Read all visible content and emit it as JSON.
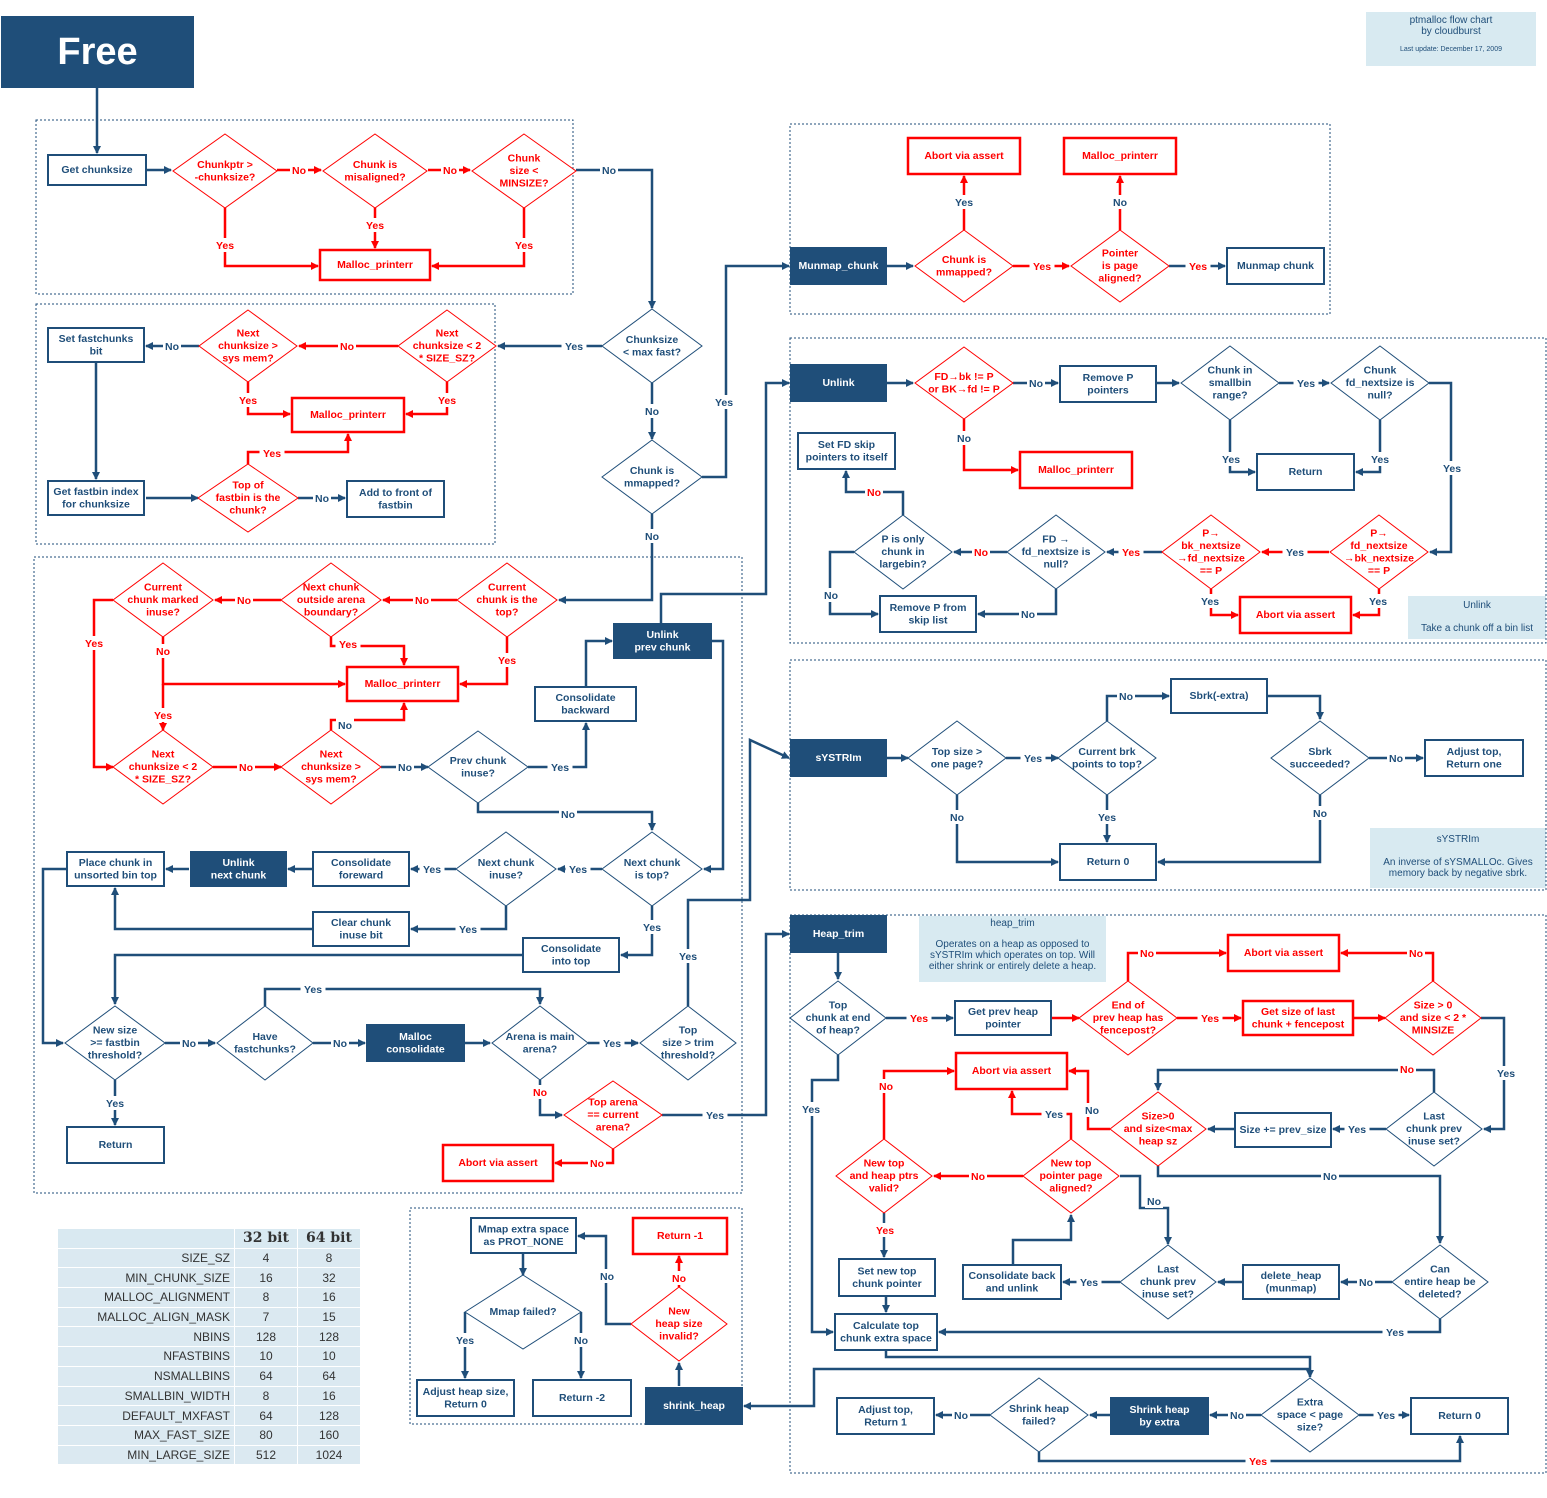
{
  "title": "Free",
  "credit": {
    "line1": "ptmalloc flow chart",
    "line2": "by cloudburst",
    "line3": "Last update: December 17, 2009"
  },
  "notes": {
    "unlink": {
      "title": "Unlink",
      "body": "Take a chunk off a bin list"
    },
    "systrim": {
      "title": "sYSTRIm",
      "body": "An inverse of sYSMALLOc.  Gives memory back by negative sbrk."
    },
    "heap_trim": {
      "title": "heap_trim",
      "body": "Operates on a heap as opposed to sYSTRIm which operates on top.  Will either shrink or entirely delete a heap."
    }
  },
  "colors": {
    "blue": "#1f4e79",
    "red": "#ff0000"
  },
  "table": {
    "headers": [
      "",
      "32 bit",
      "64 bit"
    ],
    "rows": [
      [
        "SIZE_SZ",
        "4",
        "8"
      ],
      [
        "MIN_CHUNK_SIZE",
        "16",
        "32"
      ],
      [
        "MALLOC_ALIGNMENT",
        "8",
        "16"
      ],
      [
        "MALLOC_ALIGN_MASK",
        "7",
        "15"
      ],
      [
        "NBINS",
        "128",
        "128"
      ],
      [
        "NFASTBINS",
        "10",
        "10"
      ],
      [
        "NSMALLBINS",
        "64",
        "64"
      ],
      [
        "SMALLBIN_WIDTH",
        "8",
        "16"
      ],
      [
        "DEFAULT_MXFAST",
        "64",
        "128"
      ],
      [
        "MAX_FAST_SIZE",
        "80",
        "160"
      ],
      [
        "MIN_LARGE_SIZE",
        "512",
        "1024"
      ]
    ]
  },
  "nodes": [
    {
      "id": "get_chunksize",
      "text": "Get chunksize",
      "c": "b"
    },
    {
      "id": "d_chunkptr",
      "text": "Chunkptr >\n-chunksize?",
      "c": "r"
    },
    {
      "id": "d_misaligned",
      "text": "Chunk is\nmisaligned?",
      "c": "r"
    },
    {
      "id": "d_minsize",
      "text": "Chunk\nsize <\nMINSIZE?",
      "c": "r"
    },
    {
      "id": "mp1",
      "text": "Malloc_printerr",
      "c": "r"
    },
    {
      "id": "d_maxfast",
      "text": "Chunksize\n< max fast?",
      "c": "b"
    },
    {
      "id": "set_fastchunks",
      "text": "Set fastchunks\nbit",
      "c": "b"
    },
    {
      "id": "d_next_sysmem1",
      "text": "Next\nchunksize >\nsys mem?",
      "c": "r"
    },
    {
      "id": "d_next_2sz1",
      "text": "Next\nchunksize < 2\n* SIZE_SZ?",
      "c": "r"
    },
    {
      "id": "mp2",
      "text": "Malloc_printerr",
      "c": "r"
    },
    {
      "id": "get_fastbin_idx",
      "text": "Get fastbin index\nfor chunksize",
      "c": "b"
    },
    {
      "id": "d_top_fastbin",
      "text": "Top of\nfastbin is the\nchunk?",
      "c": "r"
    },
    {
      "id": "add_front_fastbin",
      "text": "Add to front of\nfastbin",
      "c": "b"
    },
    {
      "id": "d_mmapped",
      "text": "Chunk is\nmmapped?",
      "c": "b"
    },
    {
      "id": "d_cur_top",
      "text": "Current\nchunk is the\ntop?",
      "c": "r"
    },
    {
      "id": "d_next_outside",
      "text": "Next chunk\noutside arena\nboundary?",
      "c": "r"
    },
    {
      "id": "d_cur_inuse",
      "text": "Current\nchunk marked\ninuse?",
      "c": "r"
    },
    {
      "id": "mp3",
      "text": "Malloc_printerr",
      "c": "r"
    },
    {
      "id": "d_next_2sz2",
      "text": "Next\nchunksize < 2\n* SIZE_SZ?",
      "c": "r"
    },
    {
      "id": "d_next_sysmem2",
      "text": "Next\nchunksize >\nsys mem?",
      "c": "r"
    },
    {
      "id": "d_prev_inuse",
      "text": "Prev chunk\ninuse?",
      "c": "b"
    },
    {
      "id": "consolidate_backward",
      "text": "Consolidate\nbackward",
      "c": "b"
    },
    {
      "id": "unlink_prev",
      "text": "Unlink\nprev chunk",
      "c": "f"
    },
    {
      "id": "d_next_top",
      "text": "Next chunk\nis top?",
      "c": "b"
    },
    {
      "id": "d_next_inuse",
      "text": "Next chunk\ninuse?",
      "c": "b"
    },
    {
      "id": "consolidate_forward",
      "text": "Consolidate\nforeward",
      "c": "b"
    },
    {
      "id": "unlink_next",
      "text": "Unlink\nnext chunk",
      "c": "f"
    },
    {
      "id": "place_unsorted",
      "text": "Place chunk in\nunsorted bin top",
      "c": "b"
    },
    {
      "id": "clear_inuse",
      "text": "Clear chunk\ninuse bit",
      "c": "b"
    },
    {
      "id": "consolidate_top",
      "text": "Consolidate\ninto top",
      "c": "b"
    },
    {
      "id": "d_newsize",
      "text": "New size\n>= fastbin\nthreshold?",
      "c": "b"
    },
    {
      "id": "d_have_fast",
      "text": "Have\nfastchunks?",
      "c": "b"
    },
    {
      "id": "malloc_consolidate",
      "text": "Malloc\nconsolidate",
      "c": "f"
    },
    {
      "id": "d_arena_main",
      "text": "Arena is main\narena?",
      "c": "b"
    },
    {
      "id": "d_top_trim",
      "text": "Top\nsize > trim\nthreshold?",
      "c": "b"
    },
    {
      "id": "ret1",
      "text": "Return",
      "c": "b"
    },
    {
      "id": "d_top_arena",
      "text": "Top arena\n== current\narena?",
      "c": "r"
    },
    {
      "id": "abort1",
      "text": "Abort via assert",
      "c": "r"
    },
    {
      "id": "munmap_chunk",
      "text": "Munmap_chunk",
      "c": "f"
    },
    {
      "id": "d_ismmapped",
      "text": "Chunk is\nmmapped?",
      "c": "r"
    },
    {
      "id": "abort2",
      "text": "Abort via assert",
      "c": "r"
    },
    {
      "id": "d_page_aligned",
      "text": "Pointer\nis page\naligned?",
      "c": "r"
    },
    {
      "id": "mp4",
      "text": "Malloc_printerr",
      "c": "r"
    },
    {
      "id": "munmap_chunk2",
      "text": "Munmap chunk",
      "c": "b"
    },
    {
      "id": "unlink",
      "text": "Unlink",
      "c": "f"
    },
    {
      "id": "d_fd_bk",
      "text": "FD→bk != P\nor BK→fd != P",
      "c": "r"
    },
    {
      "id": "remove_p",
      "text": "Remove P\npointers",
      "c": "b"
    },
    {
      "id": "d_smallbin",
      "text": "Chunk in\nsmallbin\nrange?",
      "c": "b"
    },
    {
      "id": "d_fd_nextsize",
      "text": "Chunk\nfd_nextsize is\nnull?",
      "c": "b"
    },
    {
      "id": "mp5",
      "text": "Malloc_printerr",
      "c": "r"
    },
    {
      "id": "ret2",
      "text": "Return",
      "c": "b"
    },
    {
      "id": "set_fd_skip",
      "text": "Set FD skip\npointers to itself",
      "c": "b"
    },
    {
      "id": "d_only_chunk",
      "text": "P is only\nchunk in\nlargebin?",
      "c": "b"
    },
    {
      "id": "d_fd_nextsize_null",
      "text": "FD →\nfd_nextsize is\nnull?",
      "c": "b"
    },
    {
      "id": "d_bk_nextsize",
      "text": "P→\nbk_nextsize\n→fd_nextsize\n== P",
      "c": "r"
    },
    {
      "id": "d_fd_nextsize2",
      "text": "P→\nfd_nextsize\n→bk_nextsize\n== P",
      "c": "r"
    },
    {
      "id": "remove_skip",
      "text": "Remove P from\nskip list",
      "c": "b"
    },
    {
      "id": "abort3",
      "text": "Abort via assert",
      "c": "r"
    },
    {
      "id": "systrim",
      "text": "sYSTRIm",
      "c": "f"
    },
    {
      "id": "d_top_page",
      "text": "Top size >\none page?",
      "c": "b"
    },
    {
      "id": "d_cur_brk",
      "text": "Current brk\npoints to top?",
      "c": "b"
    },
    {
      "id": "sbrk",
      "text": "Sbrk(-extra)",
      "c": "b"
    },
    {
      "id": "d_sbrk_ok",
      "text": "Sbrk\nsucceeded?",
      "c": "b"
    },
    {
      "id": "adjust_top1",
      "text": "Adjust top,\nReturn one",
      "c": "b"
    },
    {
      "id": "ret0a",
      "text": "Return 0",
      "c": "b"
    },
    {
      "id": "heap_trim",
      "text": "Heap_trim",
      "c": "f"
    },
    {
      "id": "d_top_end",
      "text": "Top\nchunk at end\nof heap?",
      "c": "b"
    },
    {
      "id": "get_prev_heap",
      "text": "Get prev heap\npointer",
      "c": "b"
    },
    {
      "id": "d_fencepost",
      "text": "End of\nprev heap has\nfencepost?",
      "c": "r"
    },
    {
      "id": "get_last_size",
      "text": "Get size of last\nchunk + fencepost",
      "c": "r"
    },
    {
      "id": "abort4",
      "text": "Abort via assert",
      "c": "r"
    },
    {
      "id": "d_size_gt0",
      "text": "Size > 0\nand size < 2 *\nMINSIZE",
      "c": "r"
    },
    {
      "id": "abort5",
      "text": "Abort via assert",
      "c": "r"
    },
    {
      "id": "d_size_max",
      "text": "Size>0\nand size<max\nheap sz",
      "c": "r"
    },
    {
      "id": "size_add_prev",
      "text": "Size += prev_size",
      "c": "b"
    },
    {
      "id": "d_last_prev_inuse",
      "text": "Last\nchunk prev\ninuse set?",
      "c": "b"
    },
    {
      "id": "d_new_top_valid",
      "text": "New top\nand heap ptrs\nvalid?",
      "c": "r"
    },
    {
      "id": "d_new_top_aligned",
      "text": "New top\npointer page\naligned?",
      "c": "r"
    },
    {
      "id": "set_new_top",
      "text": "Set new top\nchunk pointer",
      "c": "b"
    },
    {
      "id": "consolidate_unlink",
      "text": "Consolidate back\nand unlink",
      "c": "b"
    },
    {
      "id": "d_last_prev_inuse2",
      "text": "Last\nchunk prev\ninuse set?",
      "c": "b"
    },
    {
      "id": "delete_heap",
      "text": "delete_heap\n(munmap)",
      "c": "b"
    },
    {
      "id": "d_heap_deleted",
      "text": "Can\nentire heap be\ndeleted?",
      "c": "b"
    },
    {
      "id": "calc_top_extra",
      "text": "Calculate top\nchunk extra space",
      "c": "b"
    },
    {
      "id": "mmap_extra",
      "text": "Mmap extra space\nas PROT_NONE",
      "c": "b"
    },
    {
      "id": "ret_neg1",
      "text": "Return -1",
      "c": "r"
    },
    {
      "id": "d_mmap_failed",
      "text": "Mmap failed?",
      "c": "b"
    },
    {
      "id": "d_heap_invalid",
      "text": "New\nheap size\ninvalid?",
      "c": "r"
    },
    {
      "id": "adjust_heap",
      "text": "Adjust heap size,\nReturn 0",
      "c": "b"
    },
    {
      "id": "ret_neg2",
      "text": "Return -2",
      "c": "b"
    },
    {
      "id": "shrink_heap",
      "text": "shrink_heap",
      "c": "f"
    },
    {
      "id": "adjust_top2",
      "text": "Adjust top,\nReturn 1",
      "c": "b"
    },
    {
      "id": "d_shrink_failed",
      "text": "Shrink heap\nfailed?",
      "c": "b"
    },
    {
      "id": "shrink_by_extra",
      "text": "Shrink heap\nby extra",
      "c": "f"
    },
    {
      "id": "d_extra_space",
      "text": "Extra\nspace < page\nsize?",
      "c": "b"
    },
    {
      "id": "ret0b",
      "text": "Return 0",
      "c": "b"
    }
  ],
  "edge_labels": [
    {
      "t": "No",
      "c": "r"
    },
    {
      "t": "No",
      "c": "r"
    },
    {
      "t": "No",
      "c": "b"
    },
    {
      "t": "Yes",
      "c": "r"
    },
    {
      "t": "Yes",
      "c": "r"
    },
    {
      "t": "Yes",
      "c": "r"
    },
    {
      "t": "Yes",
      "c": "b"
    },
    {
      "t": "No",
      "c": "r"
    },
    {
      "t": "No",
      "c": "b"
    },
    {
      "t": "Yes",
      "c": "r"
    },
    {
      "t": "Yes",
      "c": "r"
    },
    {
      "t": "Yes",
      "c": "r"
    },
    {
      "t": "No",
      "c": "b"
    },
    {
      "t": "No",
      "c": "b"
    },
    {
      "t": "Yes",
      "c": "b"
    },
    {
      "t": "No",
      "c": "r"
    },
    {
      "t": "No",
      "c": "r"
    },
    {
      "t": "Yes",
      "c": "r"
    },
    {
      "t": "Yes",
      "c": "r"
    },
    {
      "t": "No",
      "c": "r"
    },
    {
      "t": "Yes",
      "c": "r"
    },
    {
      "t": "Yes",
      "c": "r"
    },
    {
      "t": "No",
      "c": "r"
    },
    {
      "t": "No",
      "c": "b"
    },
    {
      "t": "No",
      "c": "b"
    },
    {
      "t": "Yes",
      "c": "b"
    },
    {
      "t": "No",
      "c": "b"
    },
    {
      "t": "No",
      "c": "b"
    },
    {
      "t": "Yes",
      "c": "b"
    },
    {
      "t": "Yes",
      "c": "b"
    },
    {
      "t": "Yes",
      "c": "b"
    },
    {
      "t": "Yes",
      "c": "b"
    },
    {
      "t": "Yes",
      "c": "b"
    },
    {
      "t": "No",
      "c": "b"
    },
    {
      "t": "Yes",
      "c": "b"
    },
    {
      "t": "No",
      "c": "b"
    },
    {
      "t": "Yes",
      "c": "b"
    },
    {
      "t": "Yes",
      "c": "b"
    },
    {
      "t": "No",
      "c": "r"
    },
    {
      "t": "No",
      "c": "r"
    },
    {
      "t": "No",
      "c": "r"
    },
    {
      "t": "Yes",
      "c": "r"
    },
    {
      "t": "Yes",
      "c": "b"
    },
    {
      "t": "No",
      "c": "b"
    },
    {
      "t": "Yes",
      "c": "r"
    },
    {
      "t": "No",
      "c": "b"
    },
    {
      "t": "No",
      "c": "b"
    },
    {
      "t": "Yes",
      "c": "b"
    },
    {
      "t": "Yes",
      "c": "b"
    },
    {
      "t": "Yes",
      "c": "b"
    },
    {
      "t": "Yes",
      "c": "b"
    },
    {
      "t": "Yes",
      "c": "b"
    },
    {
      "t": "Yes",
      "c": "r"
    },
    {
      "t": "No",
      "c": "r"
    },
    {
      "t": "No",
      "c": "r"
    },
    {
      "t": "No",
      "c": "b"
    },
    {
      "t": "No",
      "c": "b"
    },
    {
      "t": "Yes",
      "c": "b"
    },
    {
      "t": "Yes",
      "c": "b"
    },
    {
      "t": "Yes",
      "c": "b"
    },
    {
      "t": "No",
      "c": "b"
    },
    {
      "t": "No",
      "c": "b"
    },
    {
      "t": "No",
      "c": "b"
    },
    {
      "t": "Yes",
      "c": "b"
    },
    {
      "t": "No",
      "c": "b"
    },
    {
      "t": "Yes",
      "c": "r"
    },
    {
      "t": "Yes",
      "c": "r"
    },
    {
      "t": "No",
      "c": "r"
    },
    {
      "t": "No",
      "c": "r"
    },
    {
      "t": "Yes",
      "c": "b"
    },
    {
      "t": "Yes",
      "c": "b"
    },
    {
      "t": "No",
      "c": "b"
    },
    {
      "t": "Yes",
      "c": "b"
    },
    {
      "t": "No",
      "c": "r"
    },
    {
      "t": "No",
      "c": "r"
    },
    {
      "t": "No",
      "c": "r"
    },
    {
      "t": "Yes",
      "c": "r"
    },
    {
      "t": "No",
      "c": "b"
    },
    {
      "t": "Yes",
      "c": "b"
    },
    {
      "t": "No",
      "c": "b"
    },
    {
      "t": "Yes",
      "c": "b"
    },
    {
      "t": "Yes",
      "c": "b"
    },
    {
      "t": "No",
      "c": "b"
    },
    {
      "t": "No",
      "c": "b"
    },
    {
      "t": "Yes",
      "c": "b"
    },
    {
      "t": "No",
      "c": "b"
    },
    {
      "t": "Yes",
      "c": "r"
    },
    {
      "t": "No",
      "c": "r"
    },
    {
      "t": "No",
      "c": "b"
    },
    {
      "t": "Yes",
      "c": "b"
    },
    {
      "t": "No",
      "c": "b"
    },
    {
      "t": "Yes",
      "c": "b"
    },
    {
      "t": "Yes",
      "c": "b"
    }
  ]
}
